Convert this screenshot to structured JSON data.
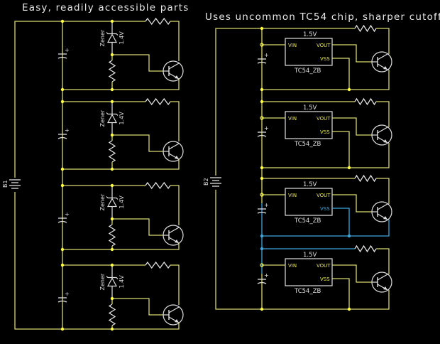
{
  "colors": {
    "background": "#000000",
    "wire": "#d8d870",
    "wire_highlight": "#3ea6d8",
    "component": "#e0e0e0",
    "junction": "#ffff44",
    "pin_label": "#e8e850",
    "pin_label_highlight": "#3ea6d8"
  },
  "left_circuit": {
    "title": "Easy, readily accessible parts",
    "battery_label": "B1",
    "stages": [
      {
        "zener_label": "Zener",
        "zener_voltage": "1.4V"
      },
      {
        "zener_label": "Zener",
        "zener_voltage": "1.4V"
      },
      {
        "zener_label": "Zener",
        "zener_voltage": "1.4V"
      },
      {
        "zener_label": "Zener",
        "zener_voltage": "1.4V"
      }
    ]
  },
  "right_circuit": {
    "title": "Uses uncommon TC54 chip, sharper cutoff",
    "battery_label": "B2",
    "stages": [
      {
        "chip_name": "TC54_ZB",
        "chip_voltage": "1.5V",
        "pins": [
          "VIN",
          "VOUT",
          "VSS"
        ],
        "highlighted": false
      },
      {
        "chip_name": "TC54_ZB",
        "chip_voltage": "1.5V",
        "pins": [
          "VIN",
          "VOUT",
          "VSS"
        ],
        "highlighted": false
      },
      {
        "chip_name": "TC54_ZB",
        "chip_voltage": "1.5V",
        "pins": [
          "VIN",
          "VOUT",
          "VSS"
        ],
        "highlighted": true
      },
      {
        "chip_name": "TC54_ZB",
        "chip_voltage": "1.5V",
        "pins": [
          "VIN",
          "VOUT",
          "VSS"
        ],
        "highlighted": false
      }
    ]
  }
}
